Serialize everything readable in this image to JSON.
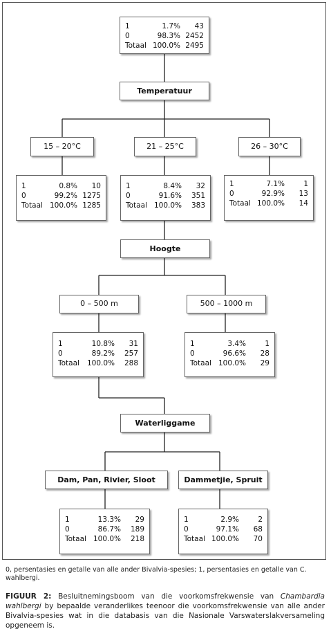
{
  "nodes": {
    "root": {
      "rows": [
        [
          "1",
          "1.7%",
          "43"
        ],
        [
          "0",
          "98.3%",
          "2452"
        ],
        [
          "Totaal",
          "100.0%",
          "2495"
        ]
      ]
    },
    "temperature": {
      "label": "Temperatuur"
    },
    "temp_15_20": {
      "label": "15 – 20°C"
    },
    "temp_21_25": {
      "label": "21 – 25°C"
    },
    "temp_26_30": {
      "label": "26 – 30°C"
    },
    "stats_15_20": {
      "rows": [
        [
          "1",
          "0.8%",
          "10"
        ],
        [
          "0",
          "99.2%",
          "1275"
        ],
        [
          "Totaal",
          "100.0%",
          "1285"
        ]
      ]
    },
    "stats_21_25": {
      "rows": [
        [
          "1",
          "8.4%",
          "32"
        ],
        [
          "0",
          "91.6%",
          "351"
        ],
        [
          "Totaal",
          "100.0%",
          "383"
        ]
      ]
    },
    "stats_26_30": {
      "rows": [
        [
          "1",
          "7.1%",
          "1"
        ],
        [
          "0",
          "92.9%",
          "13"
        ],
        [
          "Totaal",
          "100.0%",
          "14"
        ]
      ]
    },
    "height": {
      "label": "Hoogte"
    },
    "h_0_500": {
      "label": "0 – 500 m"
    },
    "h_500_1000": {
      "label": "500 – 1000 m"
    },
    "stats_0_500": {
      "rows": [
        [
          "1",
          "10.8%",
          "31"
        ],
        [
          "0",
          "89.2%",
          "257"
        ],
        [
          "Totaal",
          "100.0%",
          "288"
        ]
      ]
    },
    "stats_500_1000": {
      "rows": [
        [
          "1",
          "3.4%",
          "1"
        ],
        [
          "0",
          "96.6%",
          "28"
        ],
        [
          "Totaal",
          "100.0%",
          "29"
        ]
      ]
    },
    "waterbody": {
      "label": "Waterliggame"
    },
    "w_dam": {
      "label": "Dam, Pan, Rivier, Sloot"
    },
    "w_dammetjie": {
      "label": "Dammetjie, Spruit"
    },
    "stats_dam": {
      "rows": [
        [
          "1",
          "13.3%",
          "29"
        ],
        [
          "0",
          "86.7%",
          "189"
        ],
        [
          "Totaal",
          "100.0%",
          "218"
        ]
      ]
    },
    "stats_dammetjie": {
      "rows": [
        [
          "1",
          "2.9%",
          "2"
        ],
        [
          "0",
          "97.1%",
          "68"
        ],
        [
          "Totaal",
          "100.0%",
          "70"
        ]
      ]
    }
  },
  "footnote": "0, persentasies en getalle van alle ander Bivalvia-spesies; 1, persentasies en getalle van C. wahlbergi.",
  "caption": {
    "label": "FIGUUR 2:",
    "text_1": " Besluitnemingsboom van die voorkomsfrekwensie van ",
    "species": "Chambardia wahlbergi",
    "text_2": " by bepaalde veranderlikes teenoor die voorkomsfrekwensie van alle ander Bivalvia-spesies wat in die databasis van die Nasionale Varswaterslakversameling opgeneem is."
  }
}
